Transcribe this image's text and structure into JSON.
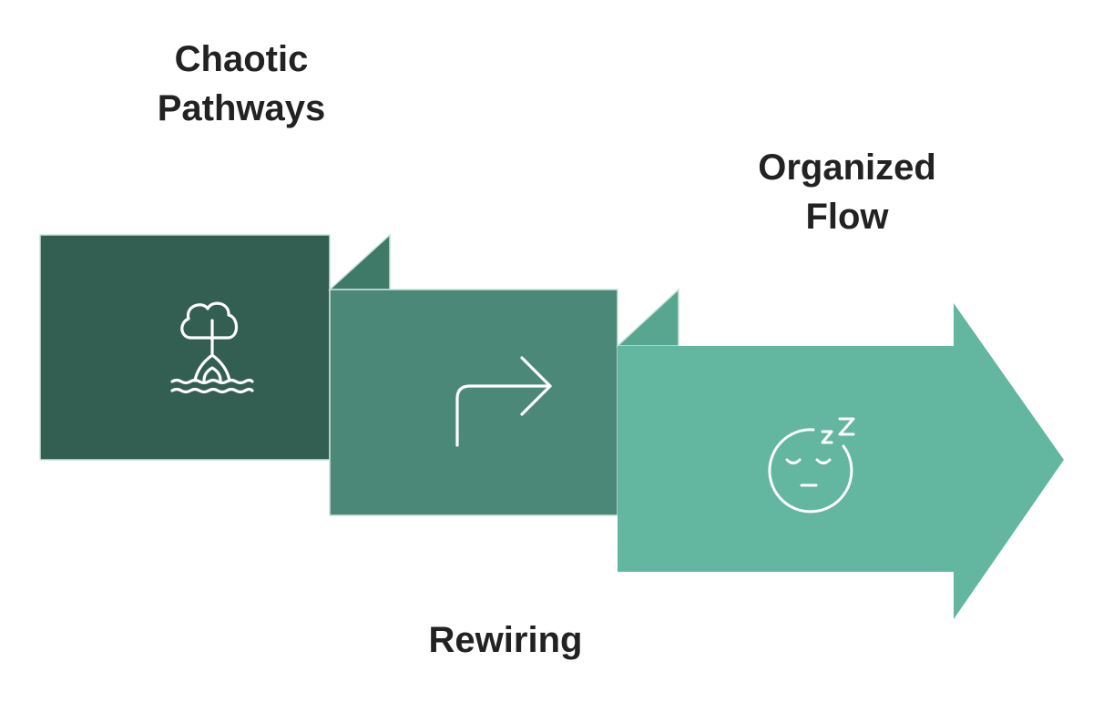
{
  "diagram": {
    "steps": [
      {
        "label": "Chaotic\nPathways",
        "icon": "tree-roots-water-icon",
        "color": "#335e52"
      },
      {
        "label": "Rewiring",
        "icon": "turn-right-arrow-icon",
        "color": "#4c8877"
      },
      {
        "label": "Organized\nFlow",
        "icon": "sleeping-face-icon",
        "color": "#63b6a0"
      }
    ],
    "fold_colors": [
      "#3f7a69",
      "#58a68f"
    ],
    "edge_color": "#c9e3da"
  }
}
